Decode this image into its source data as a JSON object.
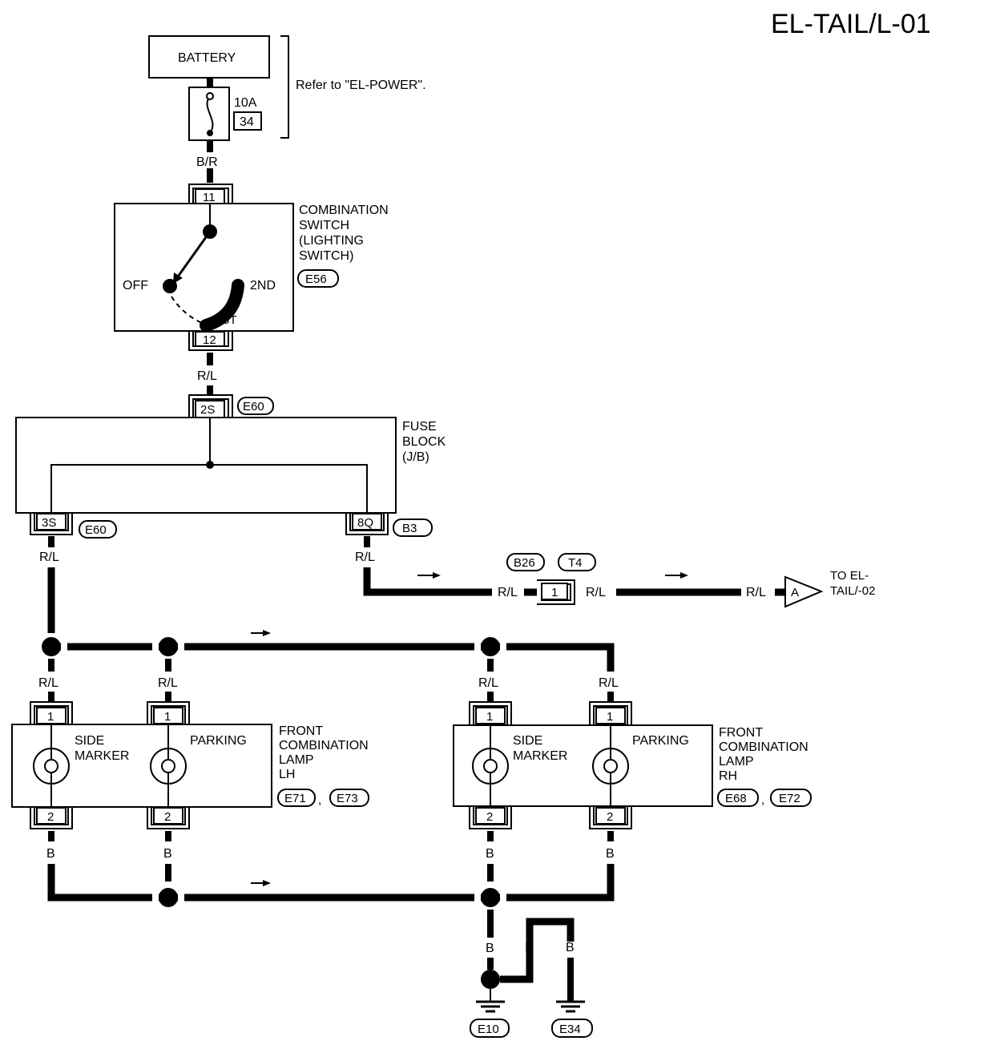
{
  "title": "EL-TAIL/L-01",
  "battery": {
    "label": "BATTERY",
    "refer": "Refer to \"EL-POWER\"."
  },
  "fuse": {
    "amp": "10A",
    "num": "34"
  },
  "wire_colors": {
    "br": "B/R",
    "rl": "R/L",
    "b": "B"
  },
  "combination_switch": {
    "lines": [
      "COMBINATION",
      "SWITCH",
      "(LIGHTING",
      "SWITCH)"
    ],
    "connector": "E56",
    "pin_in": "11",
    "pin_out": "12",
    "off": "OFF",
    "first": "1ST",
    "second": "2ND"
  },
  "fuse_block": {
    "lines": [
      "FUSE",
      "BLOCK",
      "(J/B)"
    ],
    "pin_in": "2S",
    "pin_in_conn": "E60",
    "pin_left": "3S",
    "pin_left_conn": "E60",
    "pin_right": "8Q",
    "pin_right_conn": "B3"
  },
  "junction": {
    "conn1": "B26",
    "conn2": "T4",
    "pin": "1",
    "to_label": [
      "TO EL-",
      "TAIL/-02"
    ],
    "to_letter": "A"
  },
  "lamp_lh": {
    "lines": [
      "FRONT",
      "COMBINATION",
      "LAMP",
      "LH"
    ],
    "conn1": "E71",
    "conn2": "E73",
    "side_marker": [
      "SIDE",
      "MARKER"
    ],
    "parking": "PARKING",
    "pin_top": "1",
    "pin_bot": "2"
  },
  "lamp_rh": {
    "lines": [
      "FRONT",
      "COMBINATION",
      "LAMP",
      "RH"
    ],
    "conn1": "E68",
    "conn2": "E72",
    "side_marker": [
      "SIDE",
      "MARKER"
    ],
    "parking": "PARKING",
    "pin_top": "1",
    "pin_bot": "2"
  },
  "grounds": {
    "g1": "E10",
    "g2": "E34"
  },
  "comma": ","
}
